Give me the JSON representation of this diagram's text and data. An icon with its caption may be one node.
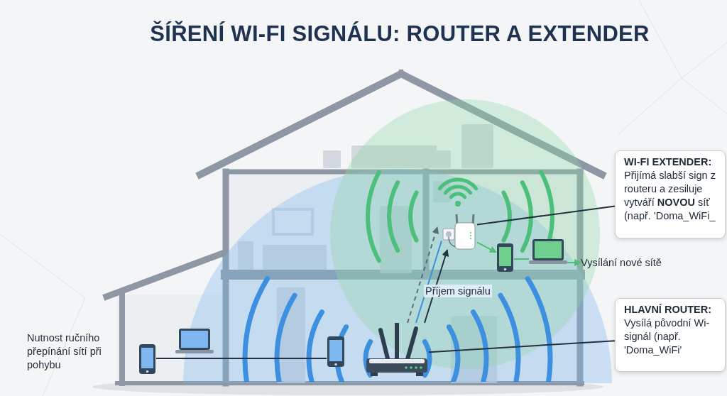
{
  "diagram": {
    "title": "ŠÍŘENÍ WI-FI SIGNÁLU: ROUTER A EXTENDER",
    "nodes": [
      {
        "text": [
          "WI-FI EXTENDER:",
          "Přijímá slabší sign z routeru a zesiluje vytváří **NOVOU** síť (např. 'Doma_WiFi_"
        ]
      },
      {
        "text": [],
        "shape": "picture"
      },
      {
        "text": [],
        "shape": "picture"
      },
      {
        "text": [],
        "shape": "picture"
      },
      {
        "text": [
          "Vysílání nové sítě"
        ]
      },
      {
        "text": [
          "HLAVNÍ ROUTER:",
          "Vysílá původní Wi- signál (např. 'Doma_WiFi'"
        ]
      },
      {
        "text": [],
        "shape": "picture"
      },
      {
        "text": [
          "Nutnost ručního přepínání sítí při pohybu"
        ]
      },
      {
        "text": [],
        "shape": "picture"
      },
      {
        "text": [],
        "shape": "picture"
      },
      {
        "text": [],
        "shape": "picture"
      }
    ],
    "edges": [
      {
        "from": 0,
        "to": 1,
        "arrow": "none"
      },
      {
        "from": 1,
        "to": 2,
        "arrow": "to",
        "color": "#4cbf7a"
      },
      {
        "from": 2,
        "to": 3,
        "arrow": "none",
        "color": "#4cbf7a"
      },
      {
        "from": 3,
        "to": 4,
        "arrow": "to",
        "color": "#4cbf7a"
      },
      {
        "from": 6,
        "to": 1,
        "arrow": "to",
        "style": "dashed",
        "color": "#5b6b7c"
      },
      {
        "from": 6,
        "to": 1,
        "arrow": "none",
        "color": "#3d8fe0"
      },
      {
        "from": 6,
        "to": 1,
        "arrow": "to",
        "label": "Příjem signálu"
      },
      {
        "from": 5,
        "to": 6,
        "arrow": "none"
      },
      {
        "from": 8,
        "to": 10,
        "arrow": "none"
      }
    ]
  }
}
